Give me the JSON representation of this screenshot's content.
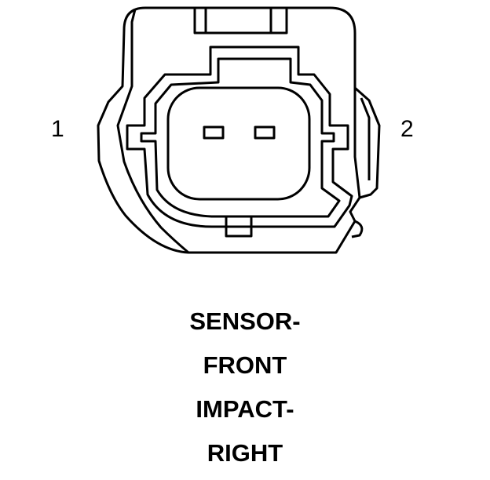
{
  "diagram": {
    "pins": [
      "1",
      "2"
    ],
    "caption_lines": [
      "SENSOR-",
      "FRONT",
      "IMPACT-",
      "RIGHT"
    ],
    "colors": {
      "stroke": "#000000",
      "background": "#ffffff"
    }
  }
}
